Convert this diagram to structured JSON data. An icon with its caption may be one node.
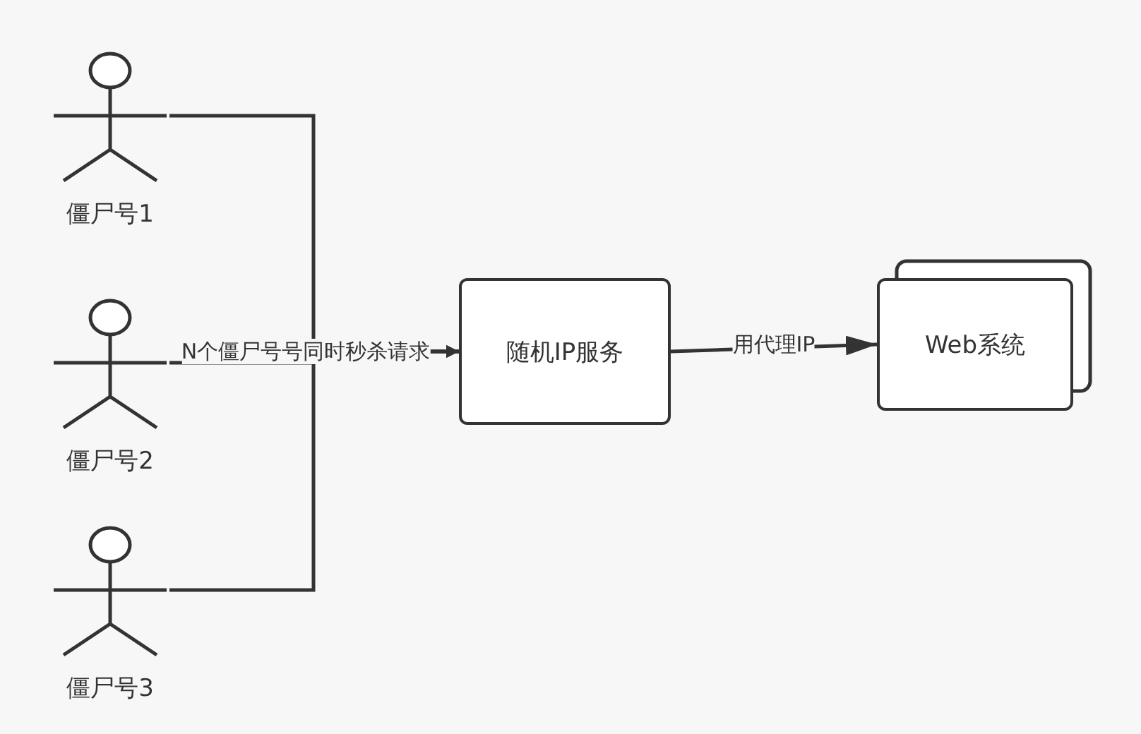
{
  "diagram": {
    "nodes": [
      {
        "text": [],
        "shape": "person",
        "beside": [
          "僵尸号1"
        ]
      },
      {
        "text": [],
        "shape": "person",
        "beside": [
          "僵尸号2"
        ]
      },
      {
        "text": [],
        "shape": "person",
        "beside": [
          "僵尸号3"
        ]
      },
      {
        "text": [
          "随机IP服务"
        ]
      },
      {
        "text": [
          "Web系统"
        ]
      }
    ],
    "edges": [
      {
        "from": 0,
        "to": 3,
        "arrow": "to"
      },
      {
        "from": 1,
        "to": 3,
        "arrow": "to",
        "label": "N个僵尸号号同时秒杀请求"
      },
      {
        "from": 2,
        "to": 3,
        "arrow": "to"
      },
      {
        "from": 3,
        "to": 4,
        "arrow": "to",
        "label": "用代理IP"
      }
    ]
  }
}
